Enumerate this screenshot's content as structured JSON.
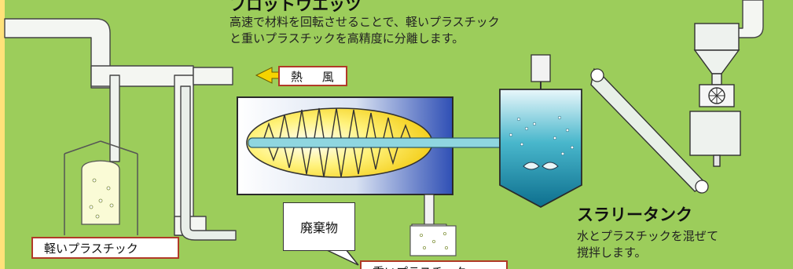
{
  "flot_wetc": {
    "title": "フロットウエッツ",
    "description_1": "高速で材料を回転させることで、軽いプラスチック",
    "description_2": "と重いプラスチックを高精度に分離します。"
  },
  "labels": {
    "hot_air": "熱 風",
    "waste": "廃棄物",
    "light_plastic": "軽いプラスチック",
    "heavy_plastic": "重いプラスチック"
  },
  "slurry_tank": {
    "title": "スラリータンク",
    "description_1": "水とプラスチックを混ぜて",
    "description_2": "撹拌します。"
  },
  "colors": {
    "background": "#9ccd5b",
    "label_border": "#b13a28",
    "rotor_yellow": "#f0c400",
    "tank_blue": "#0d6f8e",
    "dryer_blue": "#2f4fb5",
    "arrow_yellow": "#f6d300"
  }
}
